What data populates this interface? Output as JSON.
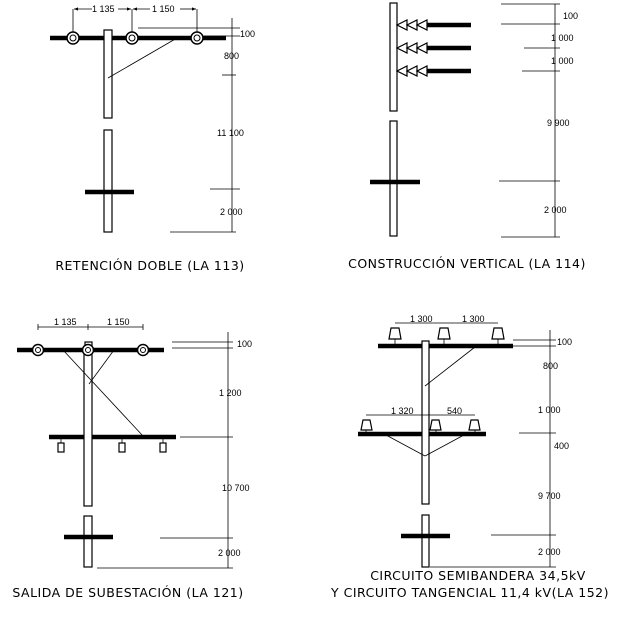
{
  "panels": [
    {
      "title": "RETENCIÓN DOBLE (LA 113)",
      "horizontal_dims": [
        "1 135",
        "1 150"
      ],
      "vertical_dims": [
        "100",
        "800",
        "11 100",
        "2 000"
      ]
    },
    {
      "title": "CONSTRUCCIÓN VERTICAL (LA 114)",
      "vertical_dims": [
        "100",
        "1 000",
        "1 000",
        "9 900",
        "2 000"
      ]
    },
    {
      "title": "SALIDA DE SUBESTACIÓN  (LA 121)",
      "horizontal_dims": [
        "1 135",
        "1 150"
      ],
      "vertical_dims": [
        "100",
        "1 200",
        "10 700",
        "2 000"
      ]
    },
    {
      "title_lines": [
        "CIRCUITO SEMIBANDERA 34,5kV",
        "Y CIRCUITO TANGENCIAL 11,4 kV(LA 152)"
      ],
      "horizontal_dims_top": [
        "1 300",
        "1 300"
      ],
      "horizontal_dims_mid": [
        "1 320",
        "540"
      ],
      "vertical_dims": [
        "100",
        "800",
        "1 000",
        "400",
        "9 700",
        "2 000"
      ]
    }
  ]
}
